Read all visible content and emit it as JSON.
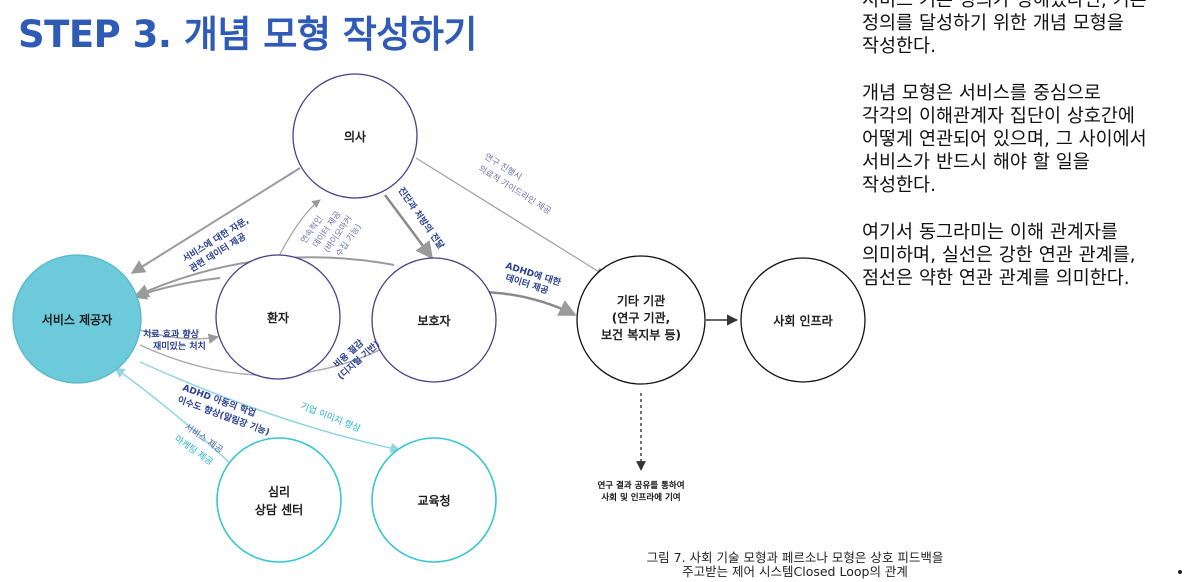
{
  "title": "STEP 3. 개념 모형 작성하기",
  "side_text": {
    "p1": "서비스 기본 정의가 정해졌다면, 기본\n정의를 달성하기 위한 개념 모형을\n작성한다.",
    "p2": "개념 모형은 서비스를 중심으로\n각각의 이해관계자 집단이 상호간에\n어떻게 연관되어 있으며, 그 사이에서\n서비스가 반드시 해야 할 일을\n작성한다.",
    "p3": "여기서 동그라미는 이해 관계자를\n의미하며, 실선은 강한 연관 관계를,\n점선은 약한 연관 관계를 의미한다."
  },
  "nodes": {
    "doctor": "의사",
    "provider": "서비스 제공자",
    "patient": "환자",
    "guardian": "보호자",
    "other_l1": "기타 기관",
    "other_l2": "(연구 기관,",
    "other_l3": "보건 복지부 등)",
    "infra": "사회 인프라",
    "counsel_l1": "심리",
    "counsel_l2": "상담 센터",
    "edu": "교육청"
  },
  "edges": {
    "doc_provider_l1": "서비스에 대한 자문,",
    "doc_provider_l2": "관련 데이터 제공",
    "research_l1": "연구 진행시",
    "research_l2": "의료적 가이드라인 제공",
    "diag_l1": "진단과 처방의 전달",
    "patient_data_l1": "연속적인",
    "patient_data_l2": "데이터 제공",
    "patient_data_l3": "(바이오마커",
    "patient_data_l4": "수집 기능)",
    "adhd_data_l1": "ADHD에 대한",
    "adhd_data_l2": "데이터 제공",
    "treat_l1": "치료 효과 향상",
    "treat_l2": "재미있는 처치",
    "cost_l1": "비용 절감",
    "cost_l2": "(디지털 기반)",
    "school_l1": "ADHD 아동의 학업",
    "school_l2": "이수도 향상(알림장 기능)",
    "corp_l1": "기업 이미지 향상",
    "svc_l1": "서비스 제공",
    "mkt_l1": "마케팅 제공",
    "result_l1": "연구 결과 공유를 통하여",
    "result_l2": "사회 및 인프라에 기여"
  },
  "caption": "그림 7. 사회 기술 모형과 페르소나 모형은 상호 피드백을\n주고받는 제어 시스템Closed Loop의 관계",
  "colors": {
    "title": "#2f5bb7",
    "provider_fill": "#6ccadb",
    "edge_label_dark": "#2a3f8f",
    "edge_label_teal": "#1fb3c8",
    "counsel_stroke": "#37c6d4",
    "line_gray": "#9a9a9a",
    "node_stroke_purple": "#4c3c8a"
  }
}
